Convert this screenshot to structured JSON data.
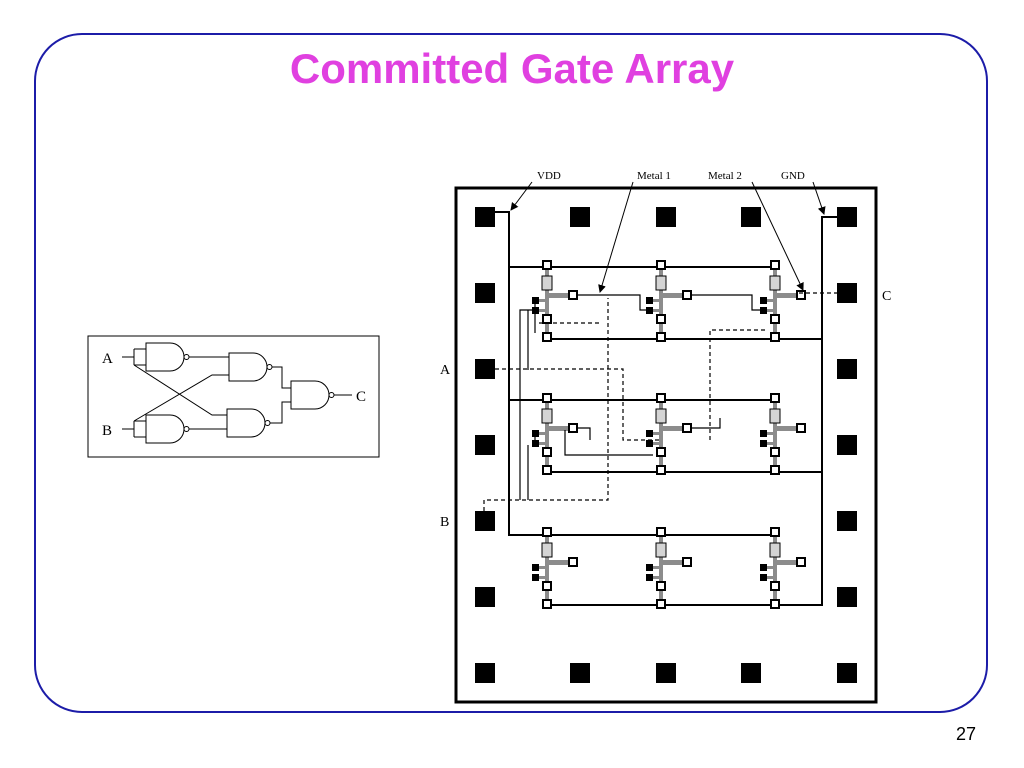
{
  "slide": {
    "title": "Committed Gate Array",
    "page_number": "27"
  },
  "logic_diagram": {
    "input_a": "A",
    "input_b": "B",
    "output_c": "C"
  },
  "layout_diagram": {
    "callouts": {
      "vdd": "VDD",
      "metal1": "Metal 1",
      "metal2": "Metal 2",
      "gnd": "GND"
    },
    "pin_a": "A",
    "pin_b": "B",
    "pin_c": "C"
  },
  "colors": {
    "title": "#e040e0",
    "frame_border": "#1c1ca8",
    "transistor_gray": "#8c8c8c",
    "contact_light": "#d4d4d4"
  }
}
